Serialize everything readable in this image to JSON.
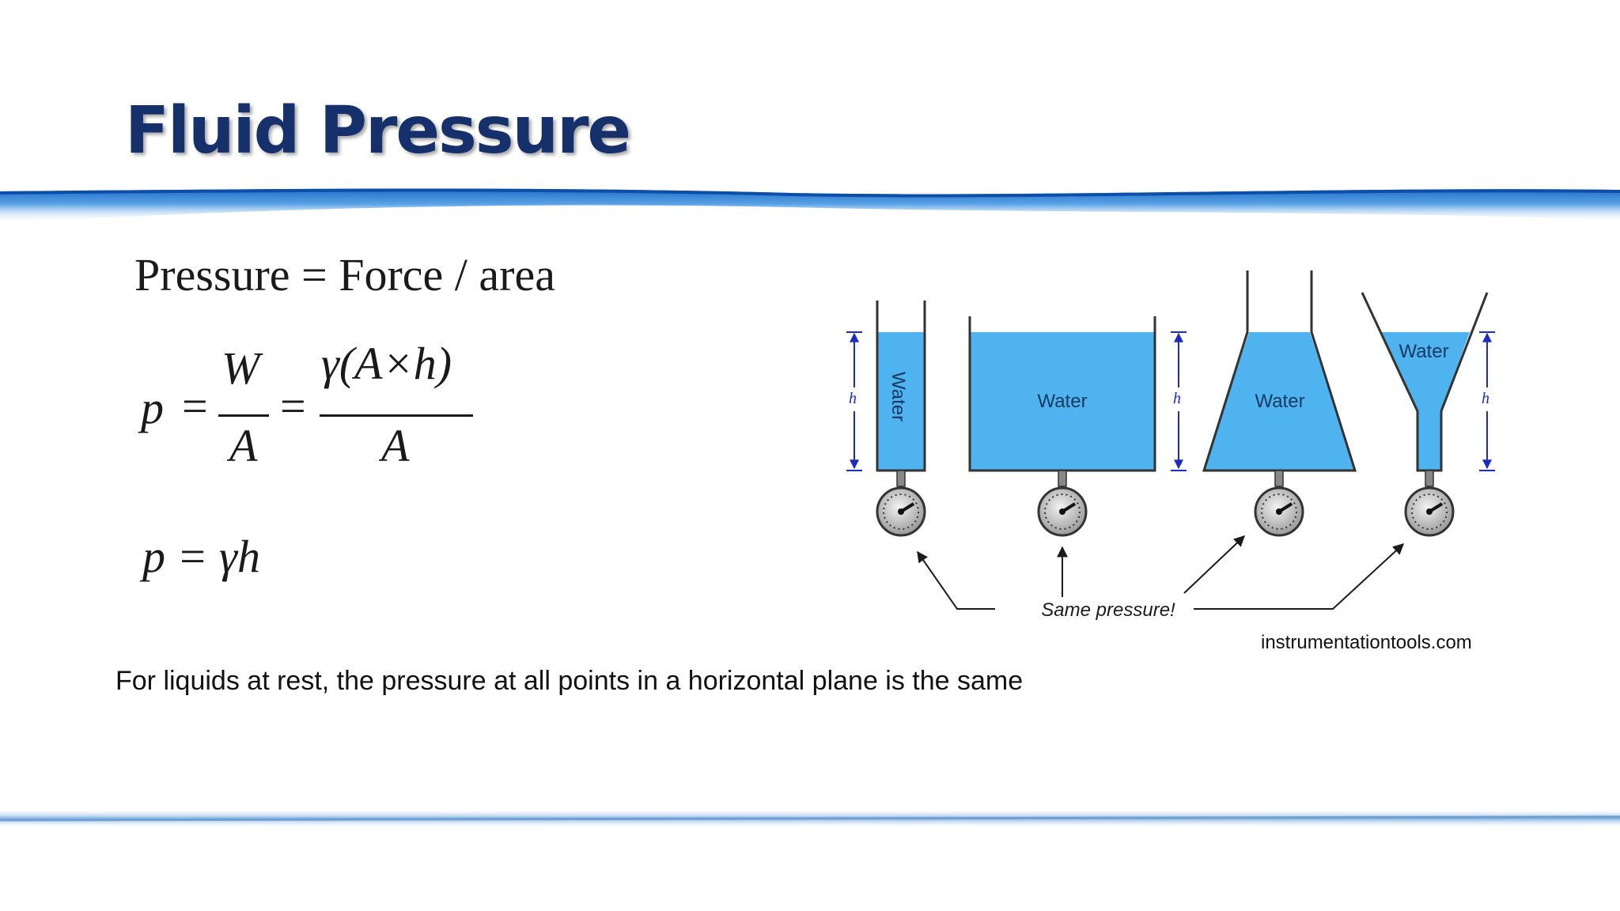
{
  "slide": {
    "title": "Fluid Pressure",
    "formula_word": "Pressure = Force / area",
    "equation": {
      "p": "p",
      "equals": "=",
      "W": "W",
      "A": "A",
      "numerator_right": "γ(A×h)",
      "denominator_right": "A"
    },
    "equation_short": "p = γh",
    "statement": "For liquids at rest, the pressure at all points in a horizontal plane is the same",
    "source": "instrumentationtools.com"
  },
  "diagram": {
    "vessel_1_label": "Water",
    "vessel_2_label": "Water",
    "vessel_3_label": "Water",
    "vessel_4_label": "Water",
    "height_label": "h",
    "callout": "Same pressure!"
  },
  "colors": {
    "title": "#15306b",
    "water": "#4fb3ef",
    "wave_blue": "#2f7fd6"
  }
}
